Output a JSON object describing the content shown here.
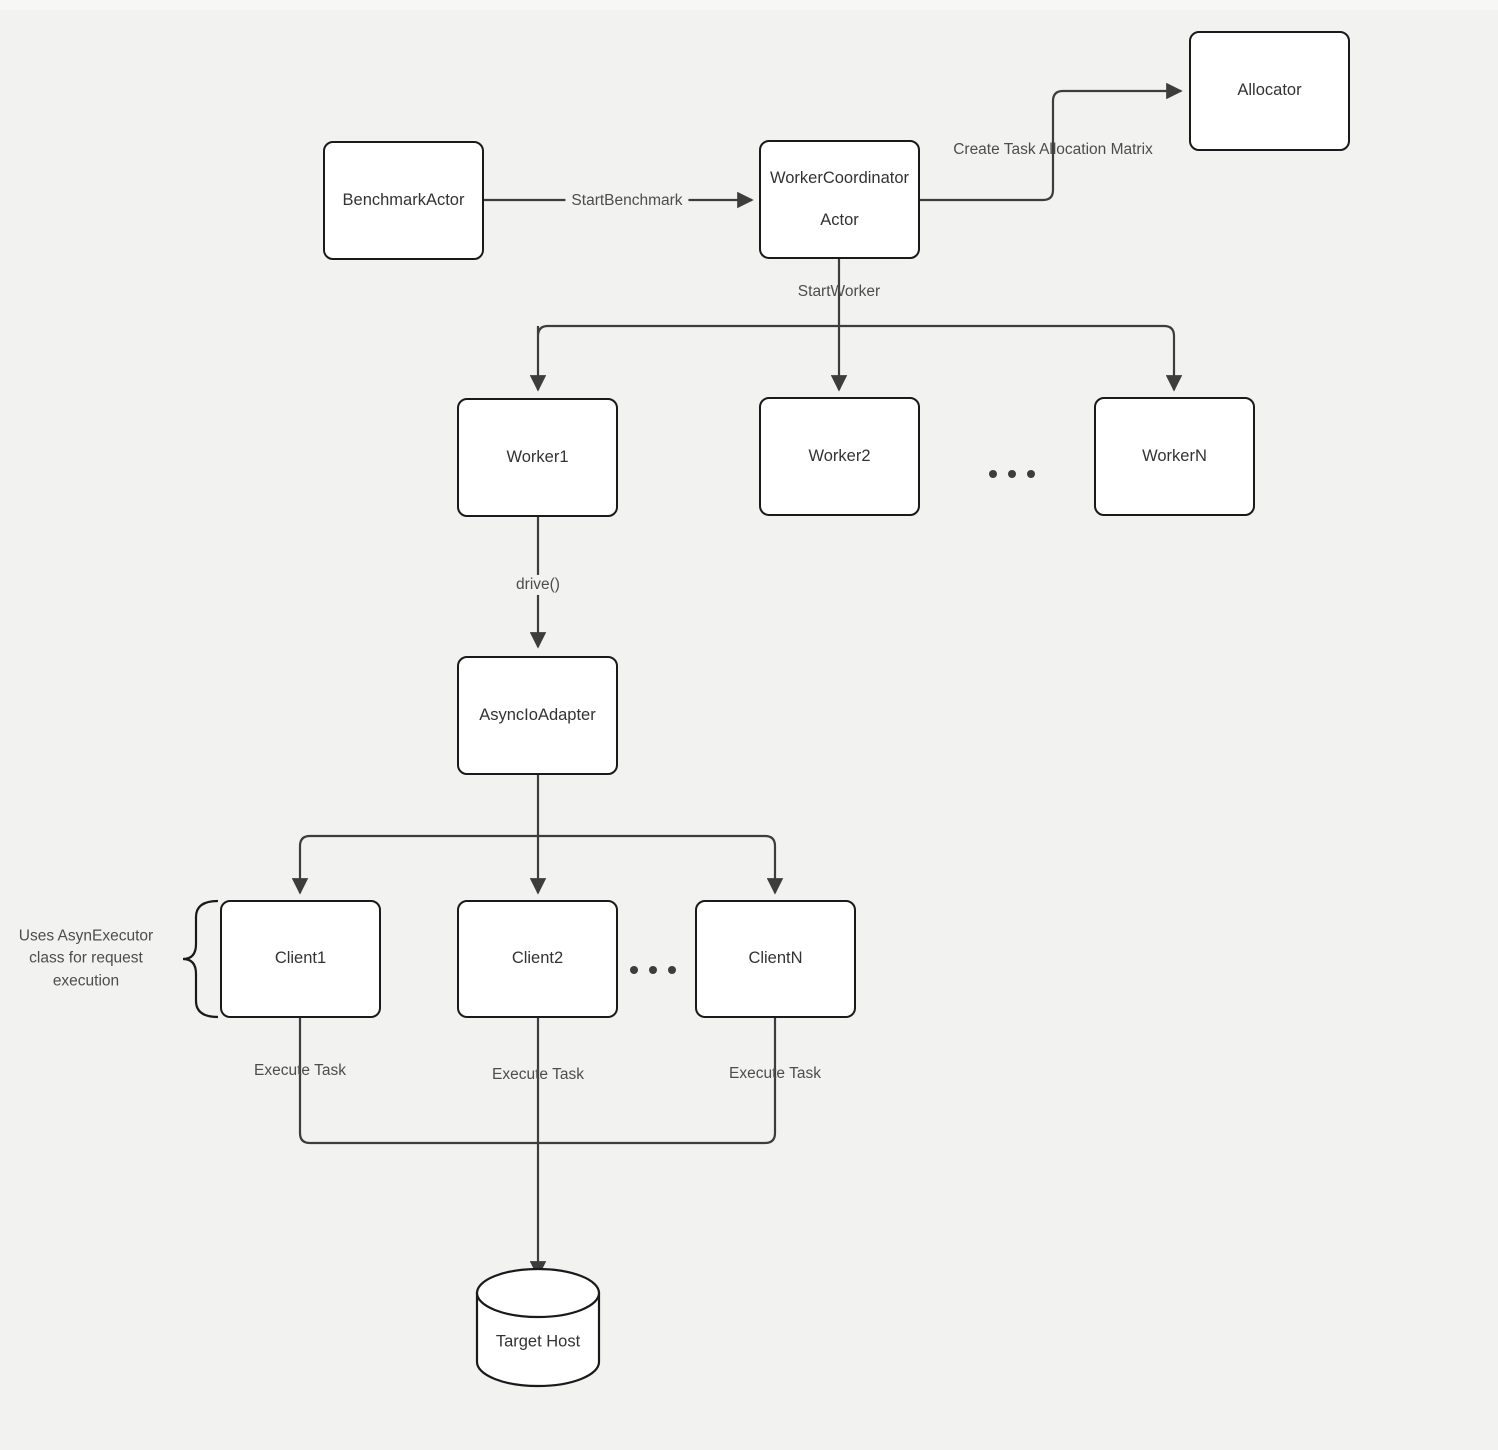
{
  "diagram": {
    "title": "Benchmark Actor Architecture",
    "background_color": "#f2f2f1",
    "node_fill": "#ffffff",
    "node_stroke": "#1a1a1a",
    "edge_stroke": "#3d3d3d",
    "text_color": "#333333"
  },
  "nodes": {
    "benchmark_actor": {
      "label": "BenchmarkActor"
    },
    "worker_coordinator": {
      "label_line1": "WorkerCoordinator",
      "label_line2": "Actor"
    },
    "allocator": {
      "label": "Allocator"
    },
    "worker1": {
      "label": "Worker1"
    },
    "worker2": {
      "label": "Worker2"
    },
    "workerN": {
      "label": "WorkerN"
    },
    "asyncio_adapter": {
      "label": "AsyncIoAdapter"
    },
    "client1": {
      "label": "Client1"
    },
    "client2": {
      "label": "Client2"
    },
    "clientN": {
      "label": "ClientN"
    },
    "target_host": {
      "label": "Target Host"
    }
  },
  "edge_labels": {
    "start_benchmark": "StartBenchmark",
    "create_task_allocation_matrix": "Create Task Allocation Matrix",
    "start_worker": "StartWorker",
    "drive": "drive()",
    "execute_task_1": "Execute Task",
    "execute_task_2": "Execute Task",
    "execute_task_3": "Execute Task"
  },
  "annotations": {
    "async_executor_note": "Uses AsynExecutor class for request execution"
  }
}
